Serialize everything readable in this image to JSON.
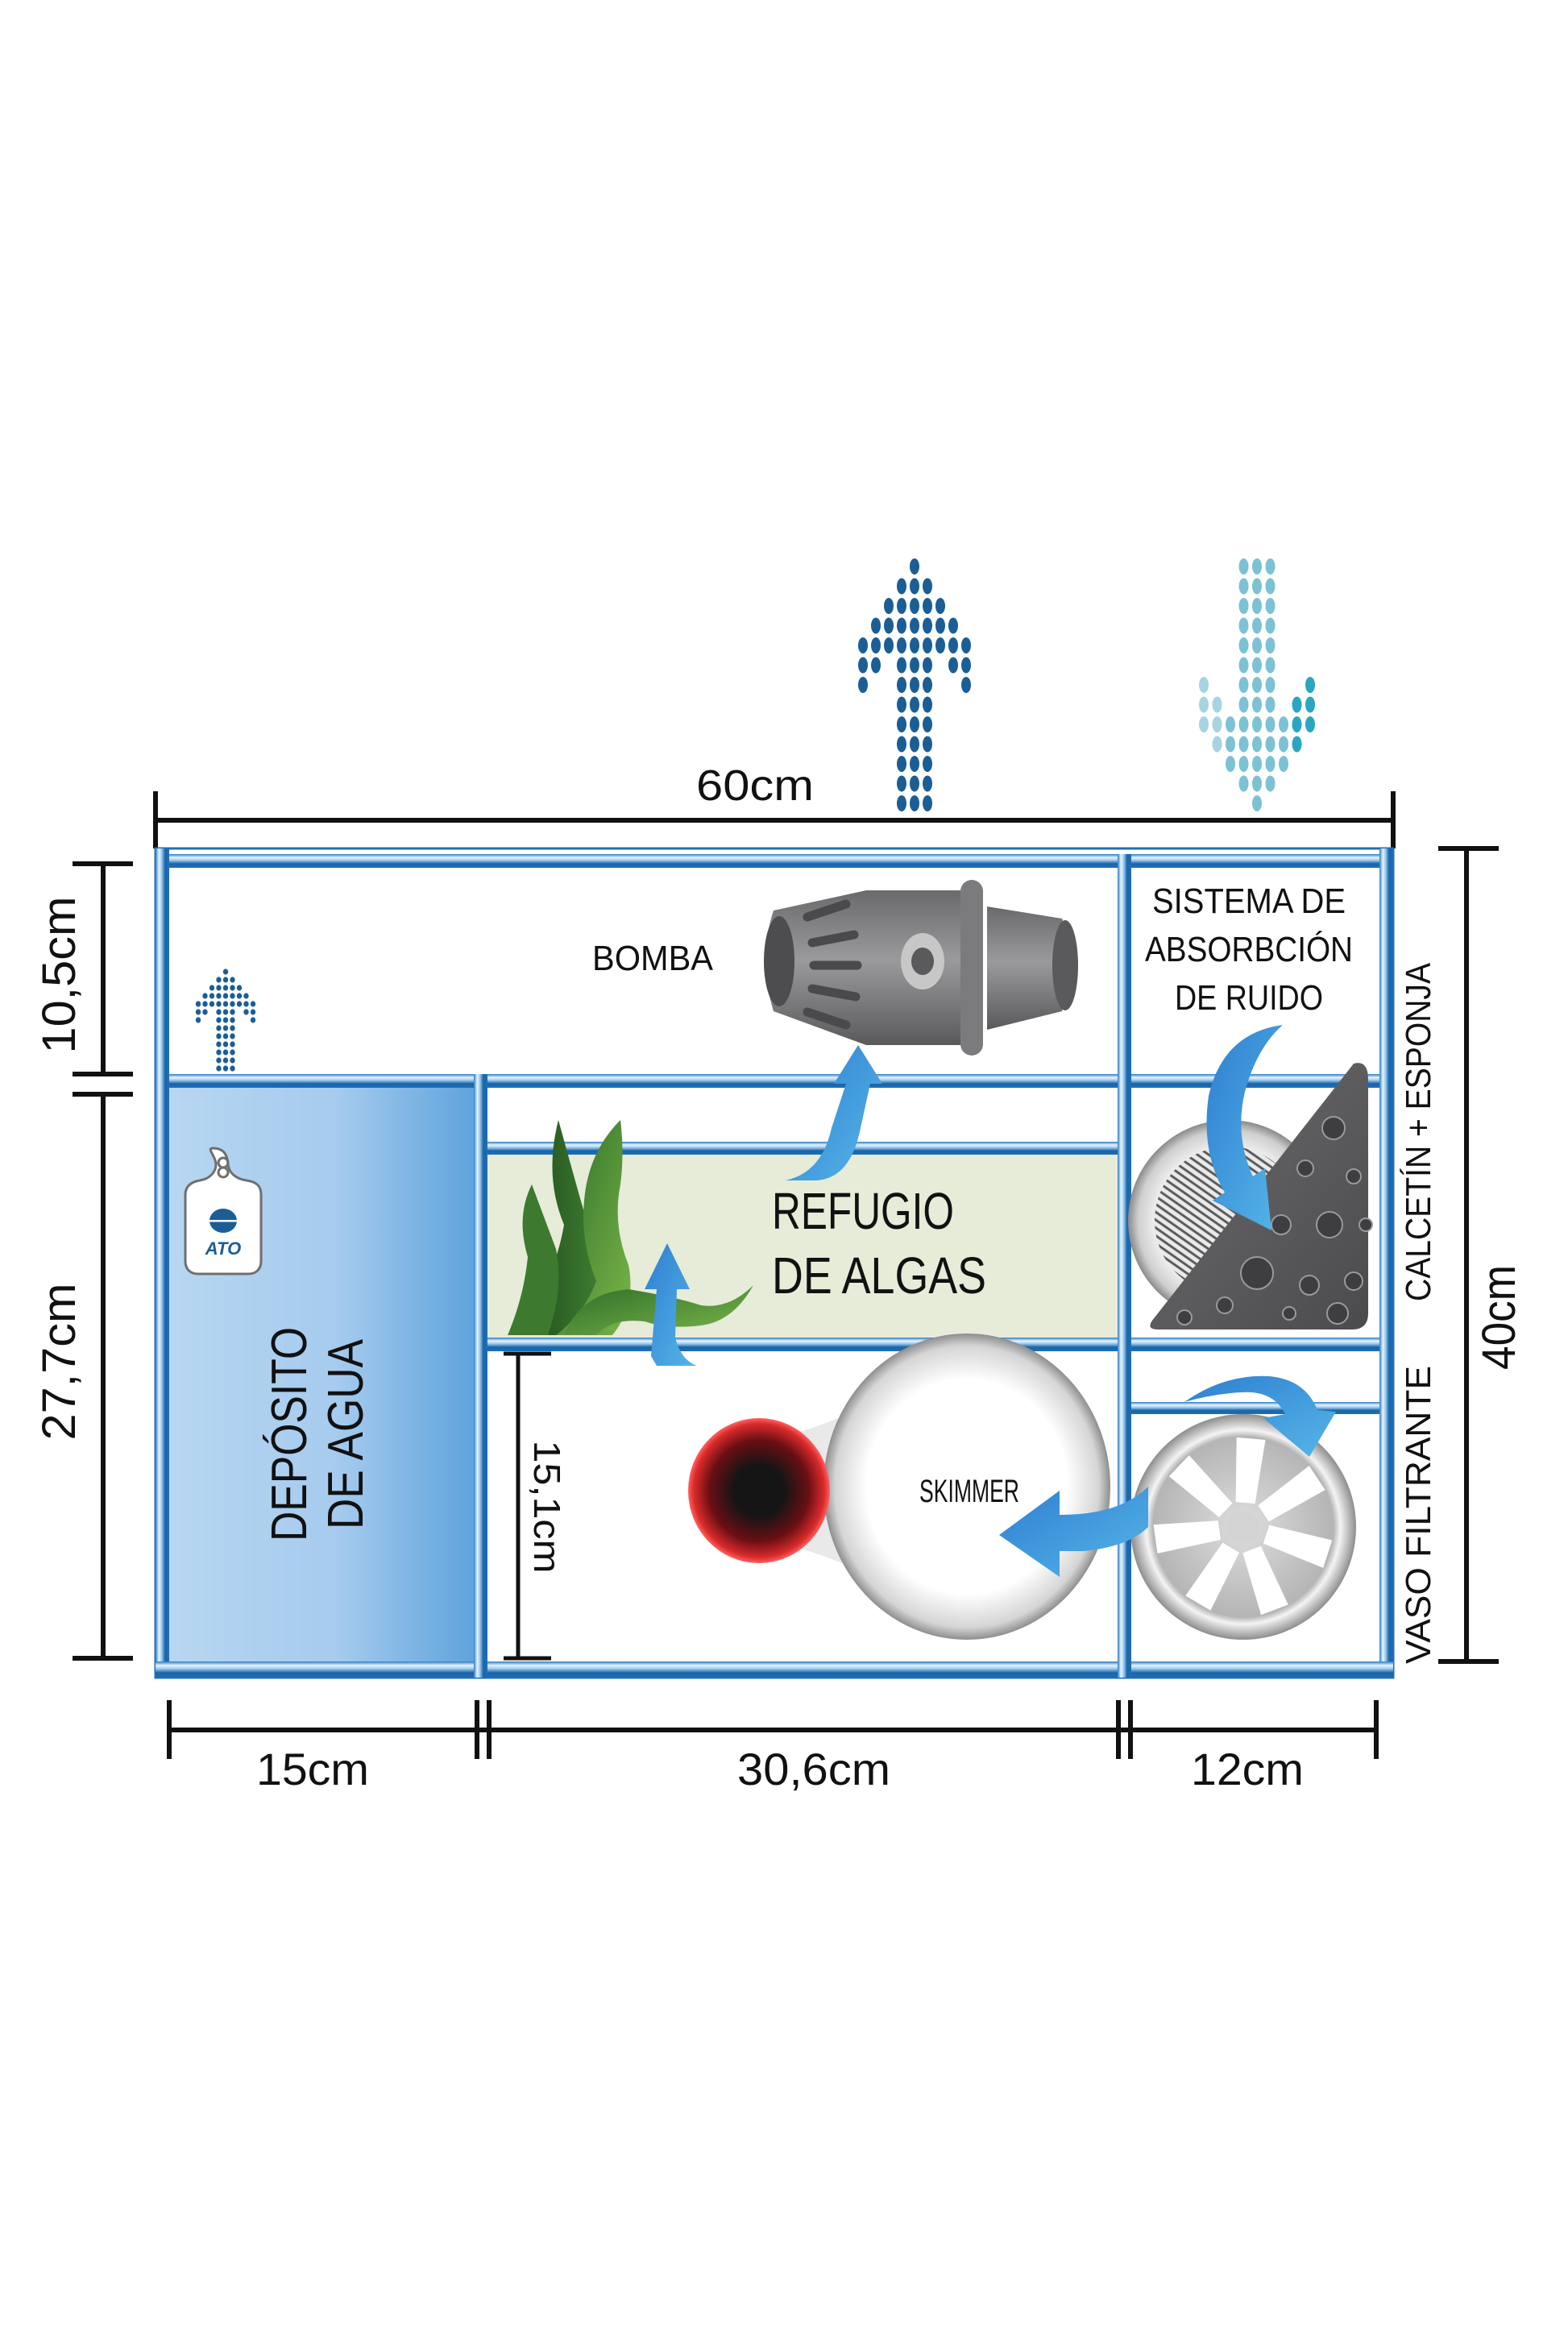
{
  "diagram": {
    "title": "Sump layout diagram",
    "colors": {
      "frame_blue": "#1f6fb5",
      "frame_light": "#cfe6f8",
      "reservoir_blue": "#a9cdef",
      "refugium_green": "#e6ecd8",
      "flow_arrow_blue": "#3f8fd8",
      "up_arrow_dots": "#1b5e96",
      "down_arrow_dots": "#7cc2d4",
      "skimmer_red": "#d42a2a",
      "pump_gray": "#6e6e70"
    },
    "dimensions": {
      "total_width": "60cm",
      "top_height": "10,5cm",
      "lower_height": "27,7cm",
      "total_height": "40cm",
      "reservoir_width": "15cm",
      "middle_width": "30,6cm",
      "right_width": "12cm",
      "skimmer_height": "15,1cm"
    },
    "sections": {
      "pump": "BOMBA",
      "noise_system": [
        "SISTEMA DE",
        "ABSORBCIÓN",
        "DE RUIDO"
      ],
      "refugium": [
        "REFUGIO",
        "DE ALGAS"
      ],
      "skimmer": "SKIMMER",
      "reservoir": [
        "DEPÓSITO",
        "DE AGUA"
      ],
      "ato_label": "ATO",
      "sock_sponge": "CALCETÍN + ESPONJA",
      "filter_vessel": "VASO FILTRANTE"
    },
    "icons": {
      "return_flow": "dotted-up-arrow",
      "inflow": "dotted-down-arrow",
      "ato_sensor": "ato-sensor-icon",
      "pump": "pump-icon",
      "skimmer": "skimmer-icon",
      "sponge": "sponge-icon",
      "filter_sock": "filter-sock-icon",
      "seaweed": "seaweed-icon"
    }
  }
}
